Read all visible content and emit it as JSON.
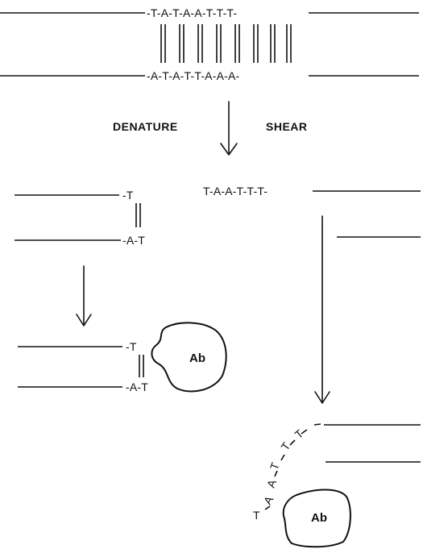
{
  "top_duplex": {
    "upper_seq": "-T-A-T-A-A-T-T-T-",
    "lower_seq": "-A-T-A-T-T-A-A-A-"
  },
  "process": {
    "left_label": "DENATURE",
    "right_label": "SHEAR"
  },
  "left_fragment": {
    "upper_end": "-T",
    "lower_end": "-A-T"
  },
  "left_bound": {
    "upper_end": "-T",
    "lower_end": "-A-T",
    "antibody_label": "Ab"
  },
  "right_fragment": {
    "single_strand": "T-A-A-T-T-T-"
  },
  "right_bound": {
    "curved_bases": [
      "T",
      "A",
      "A",
      "T",
      "T",
      "T"
    ],
    "antibody_label": "Ab"
  }
}
